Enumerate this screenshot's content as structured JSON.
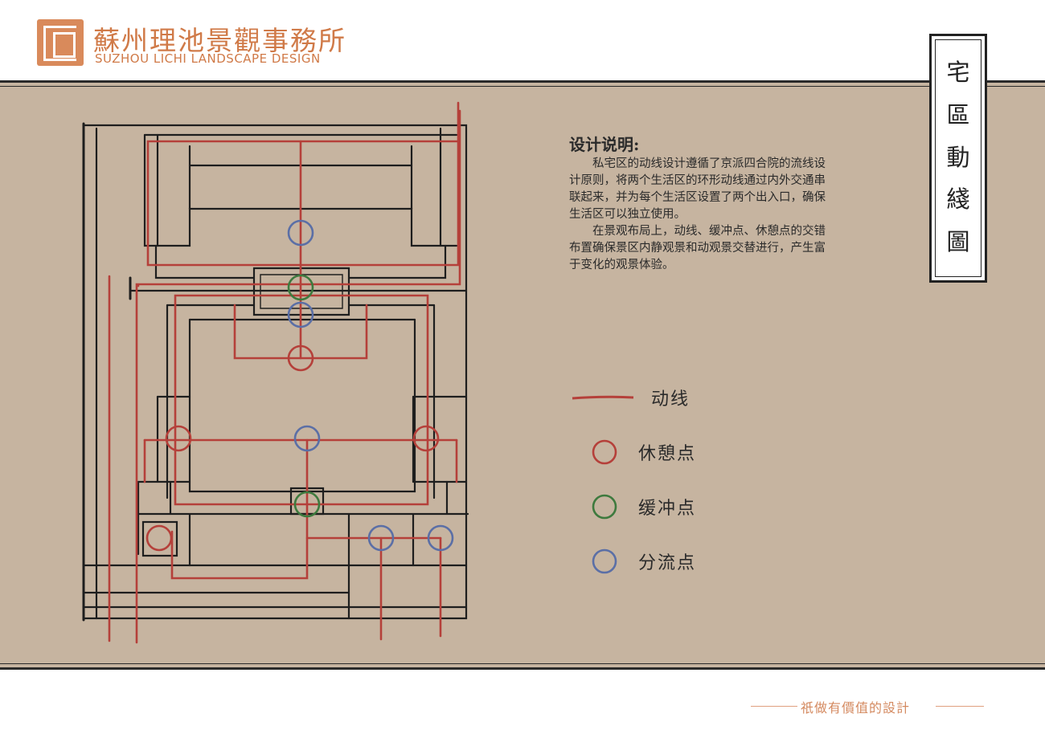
{
  "header": {
    "logo_cn": "蘇州理池景觀事務所",
    "logo_en": "SUZHOU LICHI LANDSCAPE DESIGN",
    "brand_color": "#d07a48"
  },
  "title_vertical": [
    "宅",
    "區",
    "動",
    "綫",
    "圖"
  ],
  "description": {
    "heading": "设计说明:",
    "paragraph1": "私宅区的动线设计遵循了京派四合院的流线设计原则，将两个生活区的环形动线通过内外交通串联起来，并为每个生活区设置了两个出入口，确保生活区可以独立使用。",
    "paragraph2": "在景观布局上，动线、缓冲点、休憩点的交错布置确保景区内静观景和动观景交替进行，产生富于变化的观景体验。"
  },
  "legend": {
    "line_label": "动线",
    "rest_label": "休憩点",
    "buffer_label": "缓冲点",
    "split_label": "分流点"
  },
  "colors": {
    "circulation": "#b5403a",
    "rest": "#b5403a",
    "buffer": "#3e7a3e",
    "split": "#5b6fa6",
    "ink": "#1e1e1e",
    "paper": "#c6b4a0"
  },
  "footer": {
    "slogan": "祇做有價值的設計"
  }
}
